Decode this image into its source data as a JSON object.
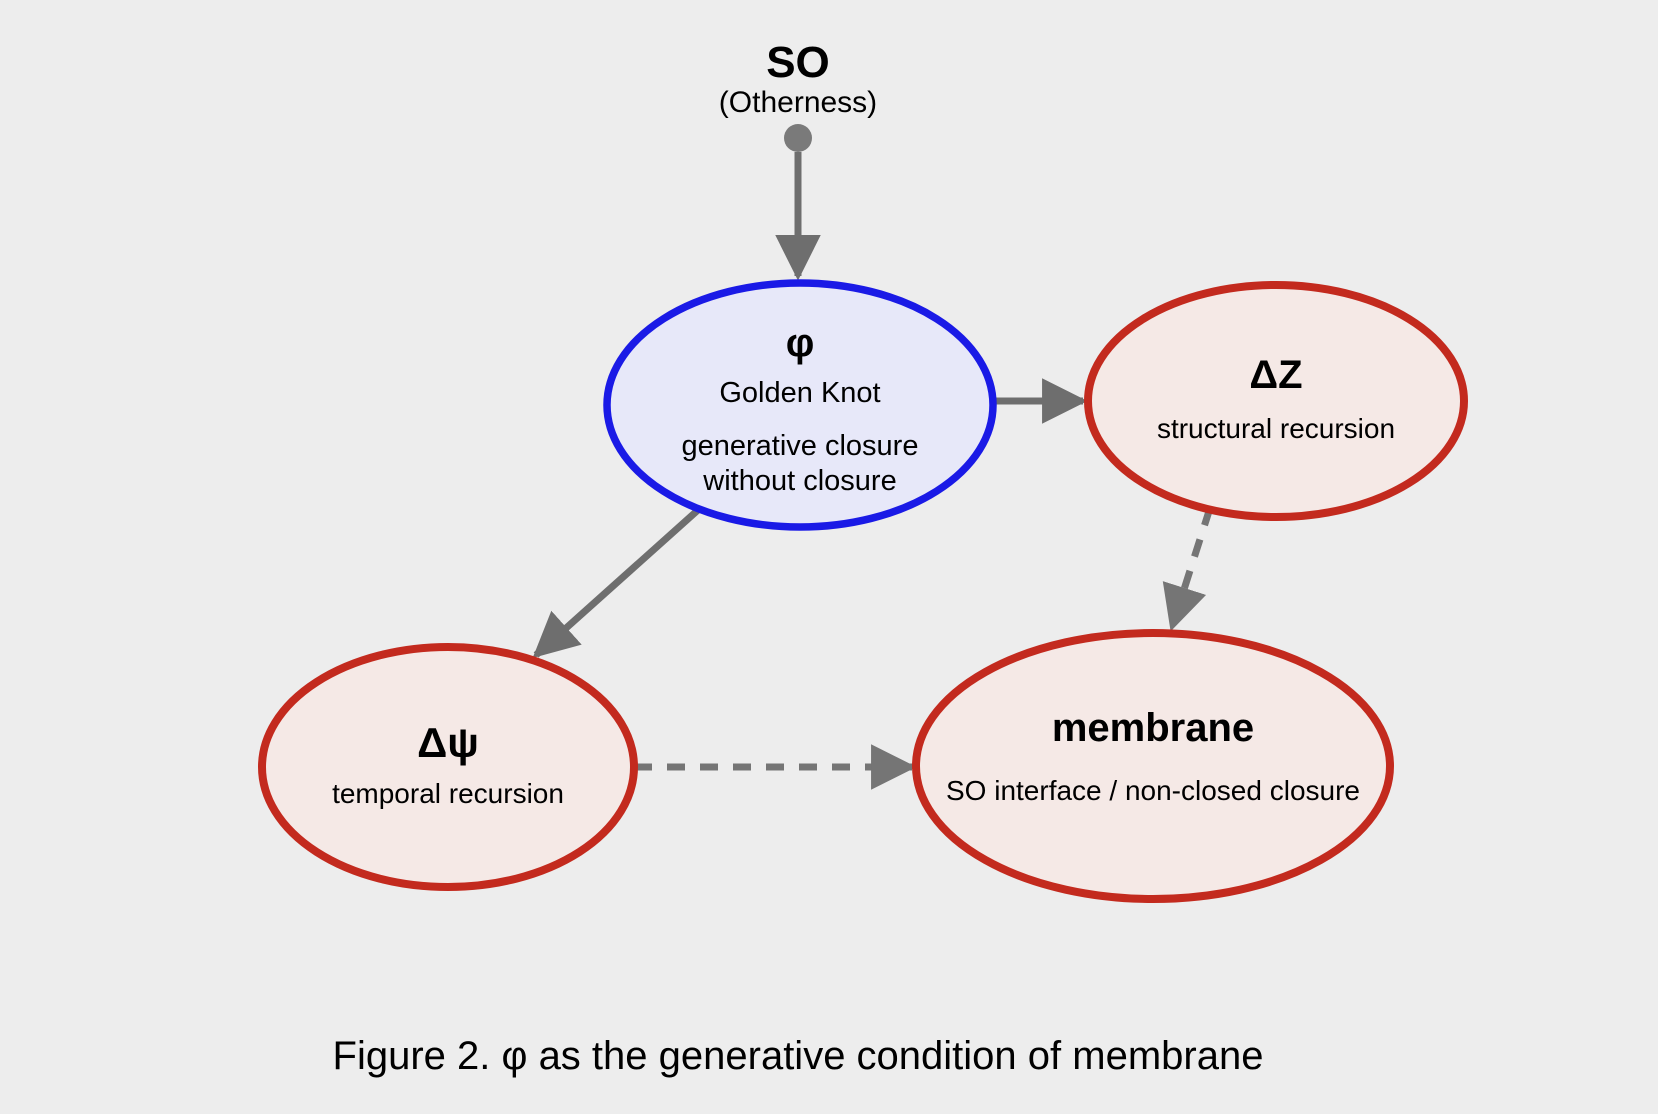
{
  "colors": {
    "background": "#ededed",
    "text": "#000000",
    "phi_fill": "#e7e8f9",
    "phi_border": "#1a1ae6",
    "node_fill": "#f5e9e6",
    "node_border": "#c32a1e",
    "arrow": "#6e6e6e",
    "dashed_arrow": "#757575",
    "source_dot": "#7a7a7a"
  },
  "source": {
    "label": "SO",
    "sublabel": "(Otherness)"
  },
  "nodes": {
    "phi": {
      "symbol": "φ",
      "title": "Golden Knot",
      "desc_line1": "generative closure",
      "desc_line2": "without closure"
    },
    "delta_z": {
      "symbol": "ΔZ",
      "subtitle": "structural recursion"
    },
    "delta_psi": {
      "symbol": "Δψ",
      "subtitle": "temporal recursion"
    },
    "membrane": {
      "title": "membrane",
      "subtitle": "SO interface / non-closed closure"
    }
  },
  "edges": [
    {
      "from": "SO (Otherness)",
      "to": "φ",
      "style": "solid"
    },
    {
      "from": "φ",
      "to": "ΔZ",
      "style": "solid"
    },
    {
      "from": "φ",
      "to": "Δψ",
      "style": "solid"
    },
    {
      "from": "Δψ",
      "to": "membrane",
      "style": "dashed"
    },
    {
      "from": "ΔZ",
      "to": "membrane",
      "style": "dashed"
    }
  ],
  "caption": "Figure 2. φ as the generative condition of membrane"
}
